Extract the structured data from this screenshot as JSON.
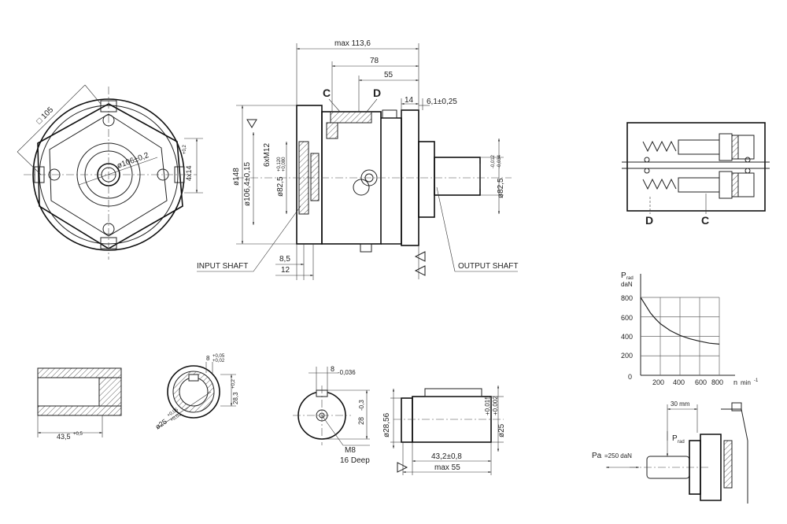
{
  "front_view": {
    "square_label": "□ 105",
    "bolt_circle_label": "ø106±0,2",
    "holes_label": "4x14",
    "holes_tol": "+0,2"
  },
  "side_view": {
    "dim_max_len": "max 113,6",
    "dim_78": "78",
    "dim_55": "55",
    "dim_14": "14",
    "dim_6_1": "6,1±0,25",
    "port_c": "C",
    "port_d": "D",
    "dim_dia148": "ø148",
    "dim_dia106": "ø106,4±0,15",
    "dim_thread": "6xM12",
    "dim_dia82_in": "ø82,5",
    "dim_dia82_in_tol_upper": "+0,120",
    "dim_dia82_in_tol_lower": "+0,080",
    "dim_dia82_out": "ø82,5",
    "dim_dia82_out_tol_upper": "-0,012",
    "dim_dia82_out_tol_lower": "-0,034",
    "dim_8_5": "8,5",
    "dim_12": "12",
    "input_shaft_label": "INPUT SHAFT",
    "output_shaft_label": "OUTPUT SHAFT"
  },
  "piston_diagram": {
    "label_d": "D",
    "label_c": "C"
  },
  "bore_detail": {
    "length_label": "43,5",
    "length_tol": "+0,5"
  },
  "keyway_bore_detail": {
    "width_label": "8",
    "width_tol_upper": "+0,05",
    "width_tol_lower": "+0,02",
    "depth_label": "28,3",
    "depth_tol": "+0,2",
    "dia_label": "ø25",
    "dia_tol_upper": "+0,06",
    "dia_tol_lower": "+0,02"
  },
  "shaft_end_detail": {
    "key_width_label": "8",
    "key_width_tol": "-0,036",
    "height_label": "28",
    "height_tol": "-0,3",
    "thread_label": "M8",
    "thread_depth_label": "16 Deep"
  },
  "shaft_side_detail": {
    "dia_28_label": "ø28,56",
    "dia_25_label": "ø25",
    "dia_25_tol_upper": "+0,015",
    "dia_25_tol_lower": "+0,002",
    "len_label": "43,2±0,8",
    "max_label": "max 55"
  },
  "load_chart": {
    "y_title_main": "P",
    "y_title_sub": "rad",
    "y_unit": "daN",
    "x_title": "n",
    "x_unit": "min",
    "x_unit_exp": "-1",
    "y_ticks": [
      "800",
      "600",
      "400",
      "200",
      "0"
    ],
    "x_ticks": [
      "200",
      "400",
      "600",
      "800"
    ]
  },
  "chart_data": {
    "type": "line",
    "title": "",
    "xlabel": "n min-1",
    "ylabel": "Prad daN",
    "xlim": [
      0,
      800
    ],
    "ylim": [
      0,
      800
    ],
    "grid": true,
    "series": [
      {
        "x": [
          0,
          50,
          100,
          150,
          200,
          300,
          400,
          500,
          600,
          700,
          800
        ],
        "y": [
          800,
          720,
          640,
          580,
          530,
          460,
          410,
          375,
          350,
          330,
          320
        ]
      }
    ]
  },
  "load_detail": {
    "dim_30": "30 mm",
    "prad_main": "P",
    "prad_sub": "rad",
    "pa_label": "Pa",
    "pa_value": "=250  daN"
  }
}
